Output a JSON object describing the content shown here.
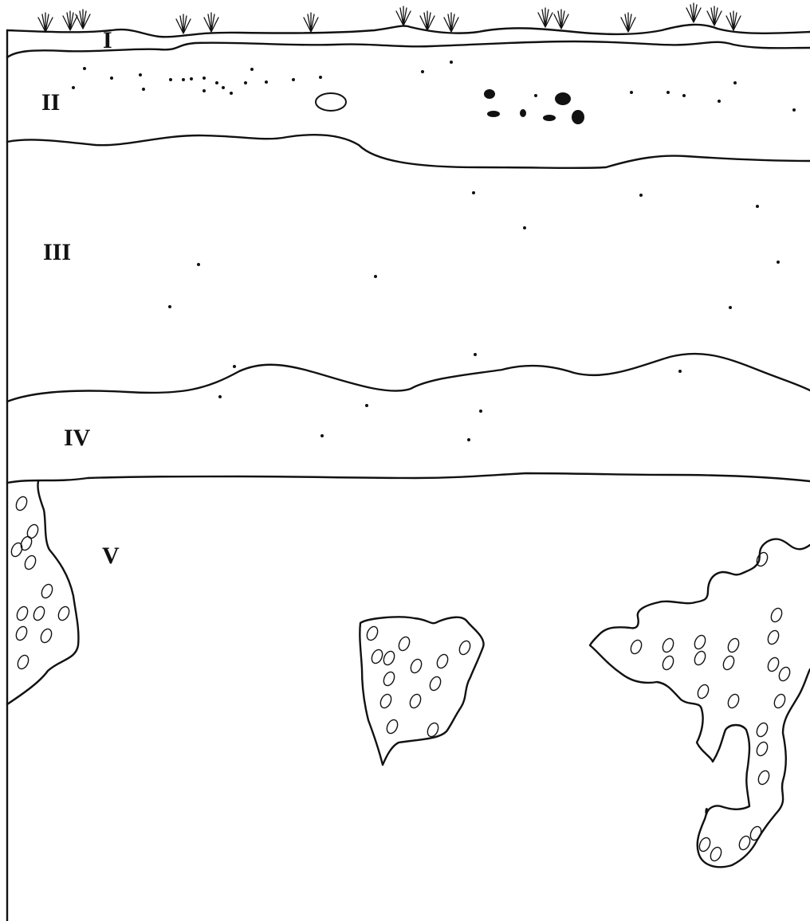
{
  "diagram": {
    "type": "soil-profile",
    "horizons": [
      {
        "id": "horizon-1",
        "label": "I"
      },
      {
        "id": "horizon-2",
        "label": "II"
      },
      {
        "id": "horizon-3",
        "label": "III"
      },
      {
        "id": "horizon-4",
        "label": "IV"
      },
      {
        "id": "horizon-5",
        "label": "V"
      }
    ],
    "colors": {
      "ink": "#111111",
      "background": "#ffffff"
    }
  }
}
